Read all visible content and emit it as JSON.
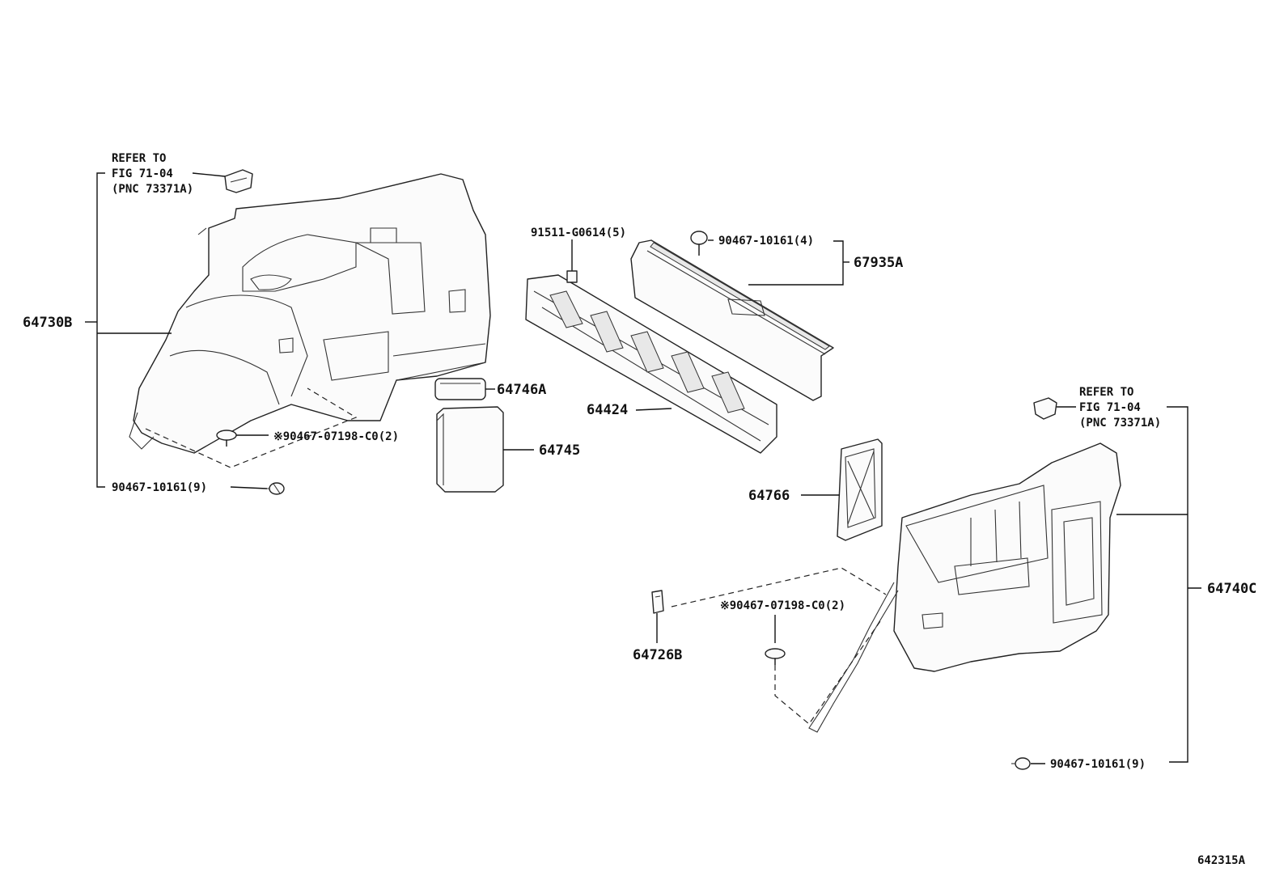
{
  "refer_left": {
    "line1": "REFER TO",
    "line2": "FIG 71-04",
    "line3": "(PNC 73371A)"
  },
  "refer_right": {
    "line1": "REFER TO",
    "line2": "FIG 71-04",
    "line3": "(PNC 73371A)"
  },
  "labels": {
    "p64730B": "64730B",
    "p90467_07198_left": "※90467-07198-C0(2)",
    "p90467_10161_left": "90467-10161(9)",
    "p64746A": "64746A",
    "p64745": "64745",
    "p91511": "91511-G0614(5)",
    "p90467_10161_top": "90467-10161(4)",
    "p67935A": "67935A",
    "p64424": "64424",
    "p64766": "64766",
    "p64740C": "64740C",
    "p90467_07198_right": "※90467-07198-C0(2)",
    "p64726B": "64726B",
    "p90467_10161_right": "90467-10161(9)"
  },
  "figure_id": "642315A",
  "colors": {
    "line": "#111111",
    "background": "#ffffff"
  }
}
